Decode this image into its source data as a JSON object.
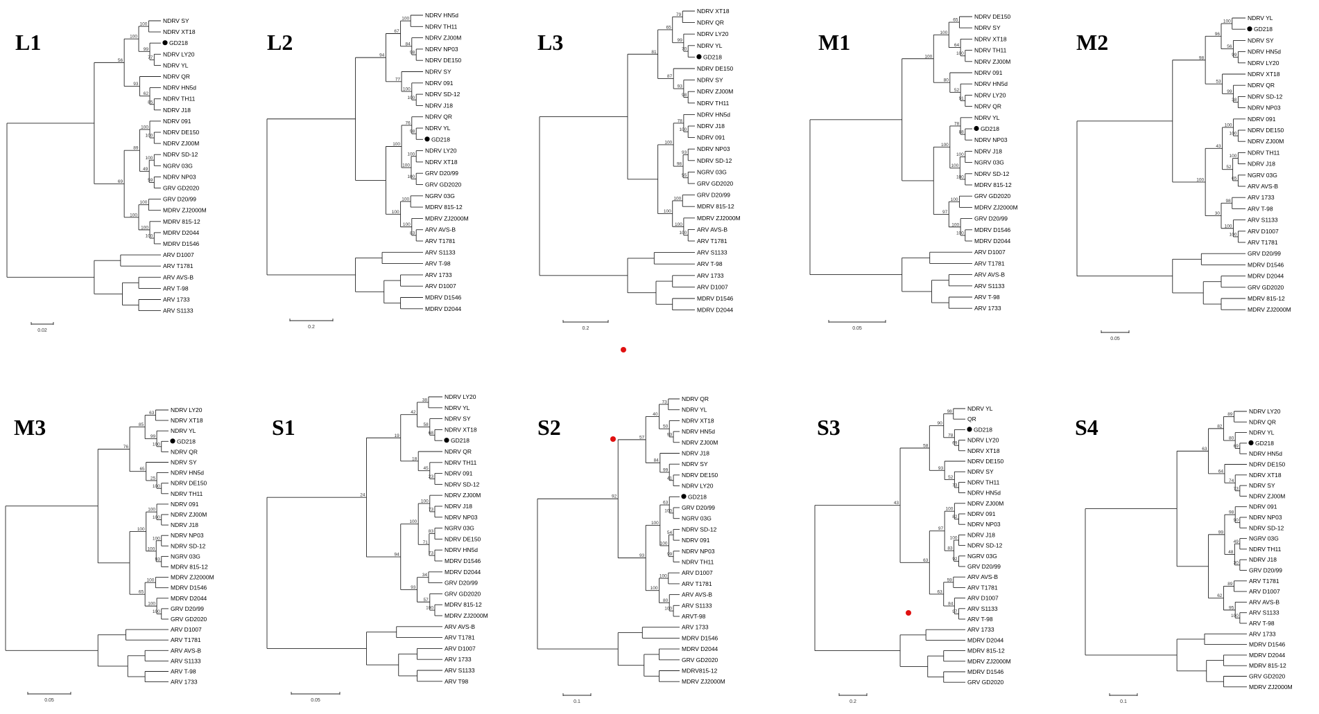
{
  "panels": [
    {
      "id": "L1",
      "scale": "0.02",
      "taxa": [
        "NDRV SY",
        "NDRV XT18",
        "GD218",
        "NDRV LY20",
        "NDRV YL",
        "NDRV QR",
        "NDRV HN5d",
        "NDRV TH11",
        "NDRV J18",
        "NDRV 091",
        "NDRV DE150",
        "NDRV ZJ00M",
        "NDRV SD-12",
        "NGRV 03G",
        "NDRV NP03",
        "GRV GD2020",
        "GRV D20/99",
        "MDRV ZJ2000M",
        "MDRV 815-12",
        "MDRV D2044",
        "MDRV D1546",
        "ARV D1007",
        "ARV T1781",
        "ARV AVS-B",
        "ARV T-98",
        "ARV 1733",
        "ARV S1133"
      ],
      "boots": [
        "100",
        "77",
        "99",
        "100",
        "85",
        "62",
        "93",
        "56",
        "100",
        "100",
        "100",
        "59",
        "49",
        "89",
        "100",
        "100",
        "100",
        "100",
        "69"
      ]
    },
    {
      "id": "L2",
      "scale": "0.2",
      "taxa": [
        "NDRV HN5d",
        "NDRV TH11",
        "NDRV ZJ00M",
        "NDRV NP03",
        "NDRV DE150",
        "NDRV SY",
        "NDRV 091",
        "NDRV SD-12",
        "NDRV J18",
        "NDRV QR",
        "NDRV YL",
        "GD218",
        "NDRV LY20",
        "NDRV XT18",
        "GRV D20/99",
        "GRV GD2020",
        "NGRV 03G",
        "MDRV 815-12",
        "MDRV ZJ2000M",
        "ARV AVS-B",
        "ARV T1781",
        "ARV S1133",
        "ARV T-98",
        "ARV 1733",
        "ARV D1007",
        "MDRV D1546",
        "MDRV D2044"
      ],
      "boots": [
        "100",
        "98",
        "84",
        "67",
        "100",
        "100",
        "77",
        "94",
        "98",
        "76",
        "100",
        "100",
        "100",
        "100",
        "100",
        "83",
        "100",
        "100"
      ]
    },
    {
      "id": "L3",
      "scale": "0.2",
      "taxa": [
        "NDRV XT18",
        "NDRV QR",
        "NDRV LY20",
        "NDRV YL",
        "GD218",
        "NDRV DE150",
        "NDRV SY",
        "NDRV ZJ00M",
        "NDRV TH11",
        "NDRV HN5d",
        "NDRV J18",
        "NDRV 091",
        "NDRV NP03",
        "NDRV SD-12",
        "NGRV 03G",
        "GRV GD2020",
        "GRV D20/99",
        "MDRV 815-12",
        "MDRV ZJ2000M",
        "ARV AVS-B",
        "ARV T1781",
        "ARV S1133",
        "ARV T-98",
        "ARV 1733",
        "ARV D1007",
        "MDRV D1546",
        "MDRV D2044"
      ],
      "boots": [
        "79",
        "70",
        "99",
        "65",
        "98",
        "93",
        "87",
        "81",
        "100",
        "78",
        "93",
        "55",
        "98",
        "100",
        "100",
        "100",
        "100",
        "100"
      ]
    },
    {
      "id": "M1",
      "scale": "0.05",
      "taxa": [
        "NDRV DE150",
        "NDRV SY",
        "NDRV XT18",
        "NDRV TH11",
        "NDRV ZJ00M",
        "NDRV 091",
        "NDRV HN5d",
        "NDRV LY20",
        "NDRV QR",
        "NDRV YL",
        "GD218",
        "NDRV NP03",
        "NDRV J18",
        "NGRV 03G",
        "NDRV SD-12",
        "MDRV 815-12",
        "GRV GD2020",
        "MDRV ZJ2000M",
        "GRV D20/99",
        "MDRV D1546",
        "MDRV D2044",
        "ARV D1007",
        "ARV T1781",
        "ARV AVS-B",
        "ARV S1133",
        "ARV T-98",
        "ARV 1733"
      ],
      "boots": [
        "65",
        "100",
        "64",
        "100",
        "91",
        "52",
        "80",
        "100",
        "88",
        "78",
        "100",
        "100",
        "100",
        "100",
        "100",
        "100",
        "100",
        "97"
      ]
    },
    {
      "id": "M2",
      "scale": "0.05",
      "taxa": [
        "NDRV YL",
        "GD218",
        "NDRV SY",
        "NDRV HN5d",
        "NDRV LY20",
        "NDRV XT18",
        "NDRV QR",
        "NDRV SD-12",
        "NDRV NP03",
        "NDRV 091",
        "NDRV DE150",
        "NDRV ZJ00M",
        "NDRV TH11",
        "NDRV J18",
        "NGRV 03G",
        "ARV AVS-B",
        "ARV 1733",
        "ARV T-98",
        "ARV S1133",
        "ARV D1007",
        "ARV T1781",
        "GRV D20/99",
        "MDRV D1546",
        "MDRV D2044",
        "GRV GD2020",
        "MDRV 815-12",
        "MDRV ZJ2000M"
      ],
      "boots": [
        "100",
        "99",
        "56",
        "96",
        "38",
        "99",
        "53",
        "98",
        "100",
        "100",
        "100",
        "65",
        "52",
        "43",
        "98",
        "100",
        "100",
        "30",
        "100"
      ]
    },
    {
      "id": "M3",
      "scale": "0.05",
      "taxa": [
        "NDRV LY20",
        "NDRV XT18",
        "NDRV YL",
        "GD218",
        "NDRV QR",
        "NDRV SY",
        "NDRV HN5d",
        "NDRV DE150",
        "NDRV TH11",
        "NDRV 091",
        "NDRV ZJ00M",
        "NDRV J18",
        "NDRV NP03",
        "NDRV SD-12",
        "NGRV 03G",
        "MDRV 815-12",
        "MDRV ZJ2000M",
        "MDRV D1546",
        "MDRV D2044",
        "GRV D20/99",
        "GRV GD2020",
        "ARV D1007",
        "ARV T1781",
        "ARV AVS-B",
        "ARV S1133",
        "ARV T-98",
        "ARV 1733"
      ],
      "boots": [
        "63",
        "100",
        "99",
        "85",
        "100",
        "25",
        "65",
        "76",
        "100",
        "100",
        "100",
        "93",
        "100",
        "100",
        "100",
        "100",
        "100",
        "65"
      ]
    },
    {
      "id": "S1",
      "scale": "0.05",
      "taxa": [
        "NDRV LY20",
        "NDRV YL",
        "NDRV SY",
        "NDRV XT18",
        "GD218",
        "NDRV QR",
        "NDRV TH11",
        "NDRV 091",
        "NDRV SD-12",
        "NDRV ZJ00M",
        "NDRV J18",
        "NDRV NP03",
        "NGRV 03G",
        "NDRV DE150",
        "NDRV HN5d",
        "MDRV D1546",
        "MDRV D2044",
        "GRV D20/99",
        "GRV GD2020",
        "MDRV 815-12",
        "MDRV ZJ2000M",
        "ARV AVS-B",
        "ARV T1781",
        "ARV D1007",
        "ARV 1733",
        "ARV S1133",
        "ARV T98"
      ],
      "boots": [
        "38",
        "68",
        "58",
        "42",
        "23",
        "45",
        "18",
        "19",
        "73",
        "100",
        "83",
        "73",
        "71",
        "100",
        "34",
        "100",
        "57",
        "93",
        "94",
        "24"
      ]
    },
    {
      "id": "S2",
      "scale": "0.1",
      "taxa": [
        "NDRV QR",
        "NDRV YL",
        "NDRV XT18",
        "NDRV HN5d",
        "NDRV ZJ00M",
        "NDRV J18",
        "NDRV SY",
        "NDRV DE150",
        "NDRV LY20",
        "GD218",
        "GRV D20/99",
        "NGRV 03G",
        "NDRV SD-12",
        "NDRV 091",
        "NDRV NP03",
        "NDRV TH11",
        "ARV D1007",
        "ARV T1781",
        "ARV AVS-B",
        "ARV S1133",
        "ARVT-98",
        "ARV 1733",
        "MDRV D1546",
        "MDRV D2044",
        "GRV GD2020",
        "MDRV815-12",
        "MDRV ZJ2000M"
      ],
      "boots": [
        "73",
        "93",
        "50",
        "40",
        "41",
        "99",
        "84",
        "57",
        "100",
        "63",
        "54",
        "99",
        "100",
        "100",
        "100",
        "100",
        "80",
        "100",
        "93",
        "92"
      ]
    },
    {
      "id": "S3",
      "scale": "0.2",
      "taxa": [
        "NDRV YL",
        "QR",
        "GD218",
        "NDRV LY20",
        "NDRV XT18",
        "NDRV DE150",
        "NDRV SY",
        "NDRV TH11",
        "NDRV HN5d",
        "NDRV ZJ00M",
        "NDRV 091",
        "NDRV NP03",
        "NDRV J18",
        "NDRV SD-12",
        "NGRV 03G",
        "GRV D20/99",
        "ARV AVS-B",
        "ARV T1781",
        "ARV D1007",
        "ARV S1133",
        "ARV T-98",
        "ARV 1733",
        "MDRV D2044",
        "MDRV 815-12",
        "MDRV ZJ2000M",
        "MDRV D1546",
        "GRV GD2020"
      ],
      "boots": [
        "98",
        "69",
        "78",
        "90",
        "73",
        "52",
        "93",
        "58",
        "82",
        "100",
        "100",
        "92",
        "83",
        "97",
        "59",
        "97",
        "84",
        "63",
        "63",
        "43"
      ]
    },
    {
      "id": "S4",
      "scale": "0.1",
      "taxa": [
        "NDRV LY20",
        "NDRV QR",
        "NDRV YL",
        "GD218",
        "NDRV HN5d",
        "NDRV DE150",
        "NDRV XT18",
        "NDRV SY",
        "NDRV ZJ00M",
        "NDRV 091",
        "NDRV NP03",
        "NDRV SD-12",
        "NGRV 03G",
        "NDRV TH11",
        "NDRV J18",
        "GRV D20/99",
        "ARV T1781",
        "ARV D1007",
        "ARV AVS-B",
        "ARV S1133",
        "ARV T-98",
        "ARV 1733",
        "MDRV D1546",
        "MDRV D2044",
        "MDRV 815-12",
        "GRV GD2020",
        "MDRV ZJ2000M"
      ],
      "boots": [
        "89",
        "69",
        "80",
        "82",
        "73",
        "74",
        "64",
        "63",
        "90",
        "98",
        "49",
        "30",
        "48",
        "99",
        "89",
        "100",
        "95",
        "62"
      ]
    }
  ],
  "colors": {
    "ink": "#000000",
    "red_dot": "#e01010"
  }
}
